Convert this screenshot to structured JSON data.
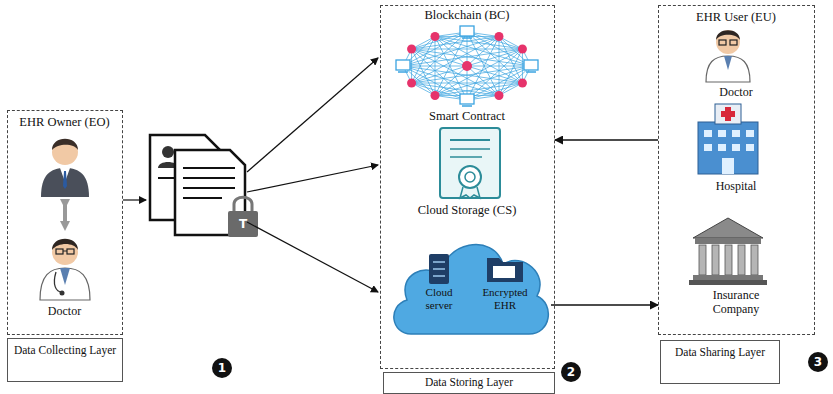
{
  "diagram": {
    "nodes": [
      {
        "text": [
          "EHR Owner (EO)",
          "Doctor"
        ]
      },
      {
        "text": [
          "Data Collecting Layer"
        ]
      },
      {
        "text": [
          "Blockchain (BC)",
          "Smart Contract",
          "Cloud Storage (CS)"
        ]
      },
      {
        "text": [
          "Cloud server",
          "Encrypted EHR"
        ],
        "in": 2
      },
      {
        "text": [
          "Data Storing Layer"
        ]
      },
      {
        "text": [
          "EHR User (EU)",
          "Doctor",
          "Hospital",
          "Insurance Company"
        ]
      },
      {
        "text": [
          "Data Sharing Layer"
        ]
      }
    ],
    "edges": [
      {
        "from": 5,
        "to": 2,
        "arrow": "to"
      },
      {
        "from": 3,
        "to": 5,
        "arrow": "to"
      }
    ],
    "labels": [
      "T",
      "1",
      "2",
      "3"
    ]
  }
}
